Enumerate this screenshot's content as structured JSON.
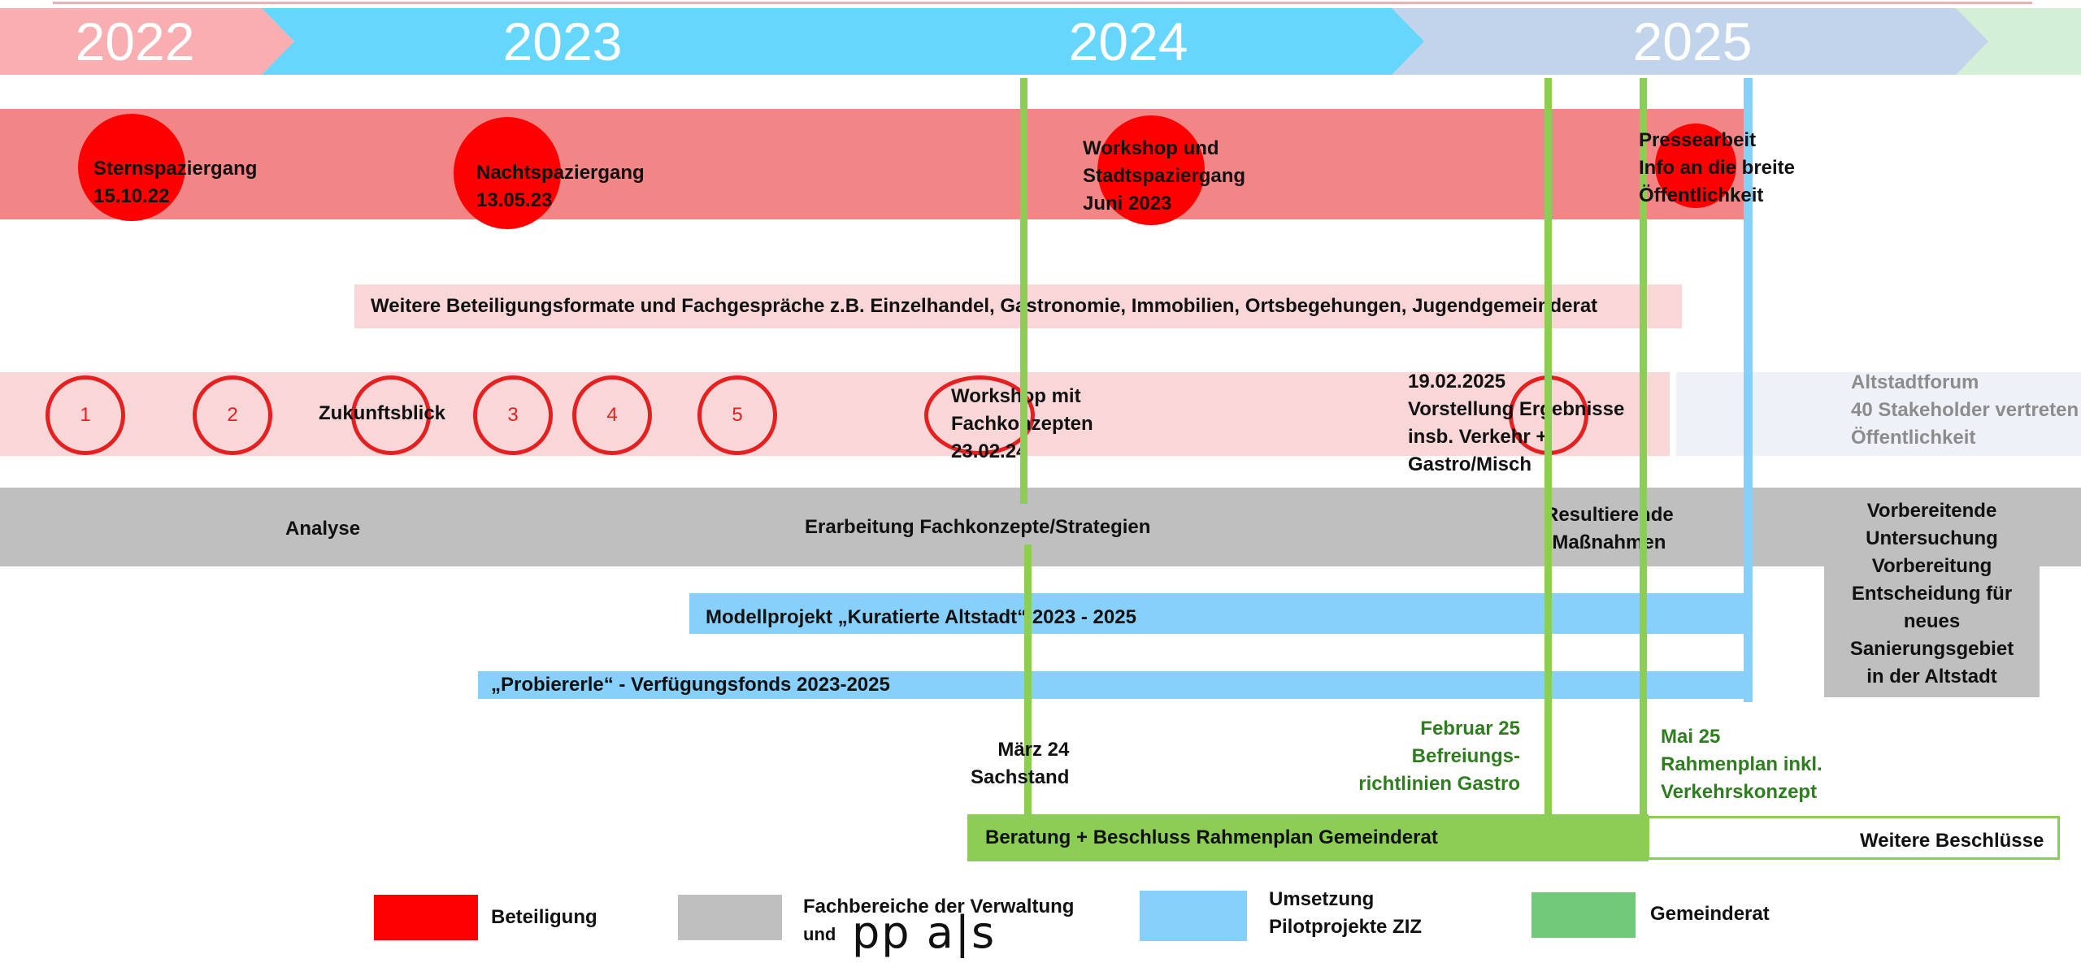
{
  "years": [
    "2022",
    "2023",
    "2024",
    "2025"
  ],
  "beteiligung_events": [
    {
      "line1": "Sternspaziergang",
      "line2": "15.10.22"
    },
    {
      "line1": "Nachtspaziergang",
      "line2": "13.05.23"
    },
    {
      "line1": "Workshop und",
      "line2": "Stadtspaziergang",
      "line3": "Juni 2023"
    },
    {
      "line1": "Pressearbeit",
      "line2": "Info an die breite",
      "line3": "Öffentlichkeit"
    }
  ],
  "weitere_formate": "Weitere Beteiligungsformate und Fachgespräche z.B. Einzelhandel, Gastronomie, Immobilien, Ortsbegehungen, Jugendgemeinderat",
  "ring_numbers": [
    "1",
    "2",
    "3",
    "4",
    "5"
  ],
  "zukunftsblick": "Zukunftsblick",
  "workshop_fach": {
    "line1": "Workshop mit",
    "line2": "Fachkonzepten",
    "line3": "23.02.24"
  },
  "vorstellung": {
    "line1": "19.02.2025",
    "line2": "Vorstellung Ergebnisse",
    "line3": "insb. Verkehr +",
    "line4": "Gastro/Misch"
  },
  "altstadtforum": {
    "line1": "Altstadtforum",
    "line2": "40 Stakeholder vertreten",
    "line3": "Öffentlichkeit"
  },
  "verwaltung": {
    "analyse": "Analyse",
    "erarbeitung": "Erarbeitung Fachkonzepte/Strategien",
    "resultierende1": "Resultierende",
    "resultierende2": "Maßnahmen"
  },
  "vorbereitende": [
    "Vorbereitende",
    "Untersuchung",
    "Vorbereitung",
    "Entscheidung für",
    "neues",
    "Sanierungsgebiet",
    "in der Altstadt"
  ],
  "modellprojekt": "Modellprojekt „Kuratierte Altstadt“ 2023 - 2025",
  "probiererle": "„Probiererle“ - Verfügungsfonds 2023-2025",
  "maerz": {
    "line1": "März 24",
    "line2": "Sachstand"
  },
  "februar": {
    "line1": "Februar 25",
    "line2": "Befreiungs-",
    "line3": "richtlinien Gastro"
  },
  "mai": {
    "line1": "Mai 25",
    "line2": "Rahmenplan inkl.",
    "line3": "Verkehrskonzept"
  },
  "beratung": "Beratung + Beschluss Rahmenplan Gemeinderat",
  "weitere_beschluesse": "Weitere Beschlüsse",
  "legend": {
    "beteiligung": "Beteiligung",
    "verwaltung1": "Fachbereiche der Verwaltung",
    "verwaltung2": "und",
    "logo": "pp a|s",
    "umsetzung1": "Umsetzung",
    "umsetzung2": "Pilotprojekte  ZIZ",
    "gemeinderat": "Gemeinderat"
  },
  "colors": {
    "beteiligung_band": "#f28585",
    "red": "#ff0000",
    "pink_band": "#f9d6d7",
    "grey": "#bfbfbf",
    "blue": "#87d0fb",
    "green": "#8ccd55",
    "green_text": "#2e7d1f",
    "legend_green": "#72c97a"
  }
}
